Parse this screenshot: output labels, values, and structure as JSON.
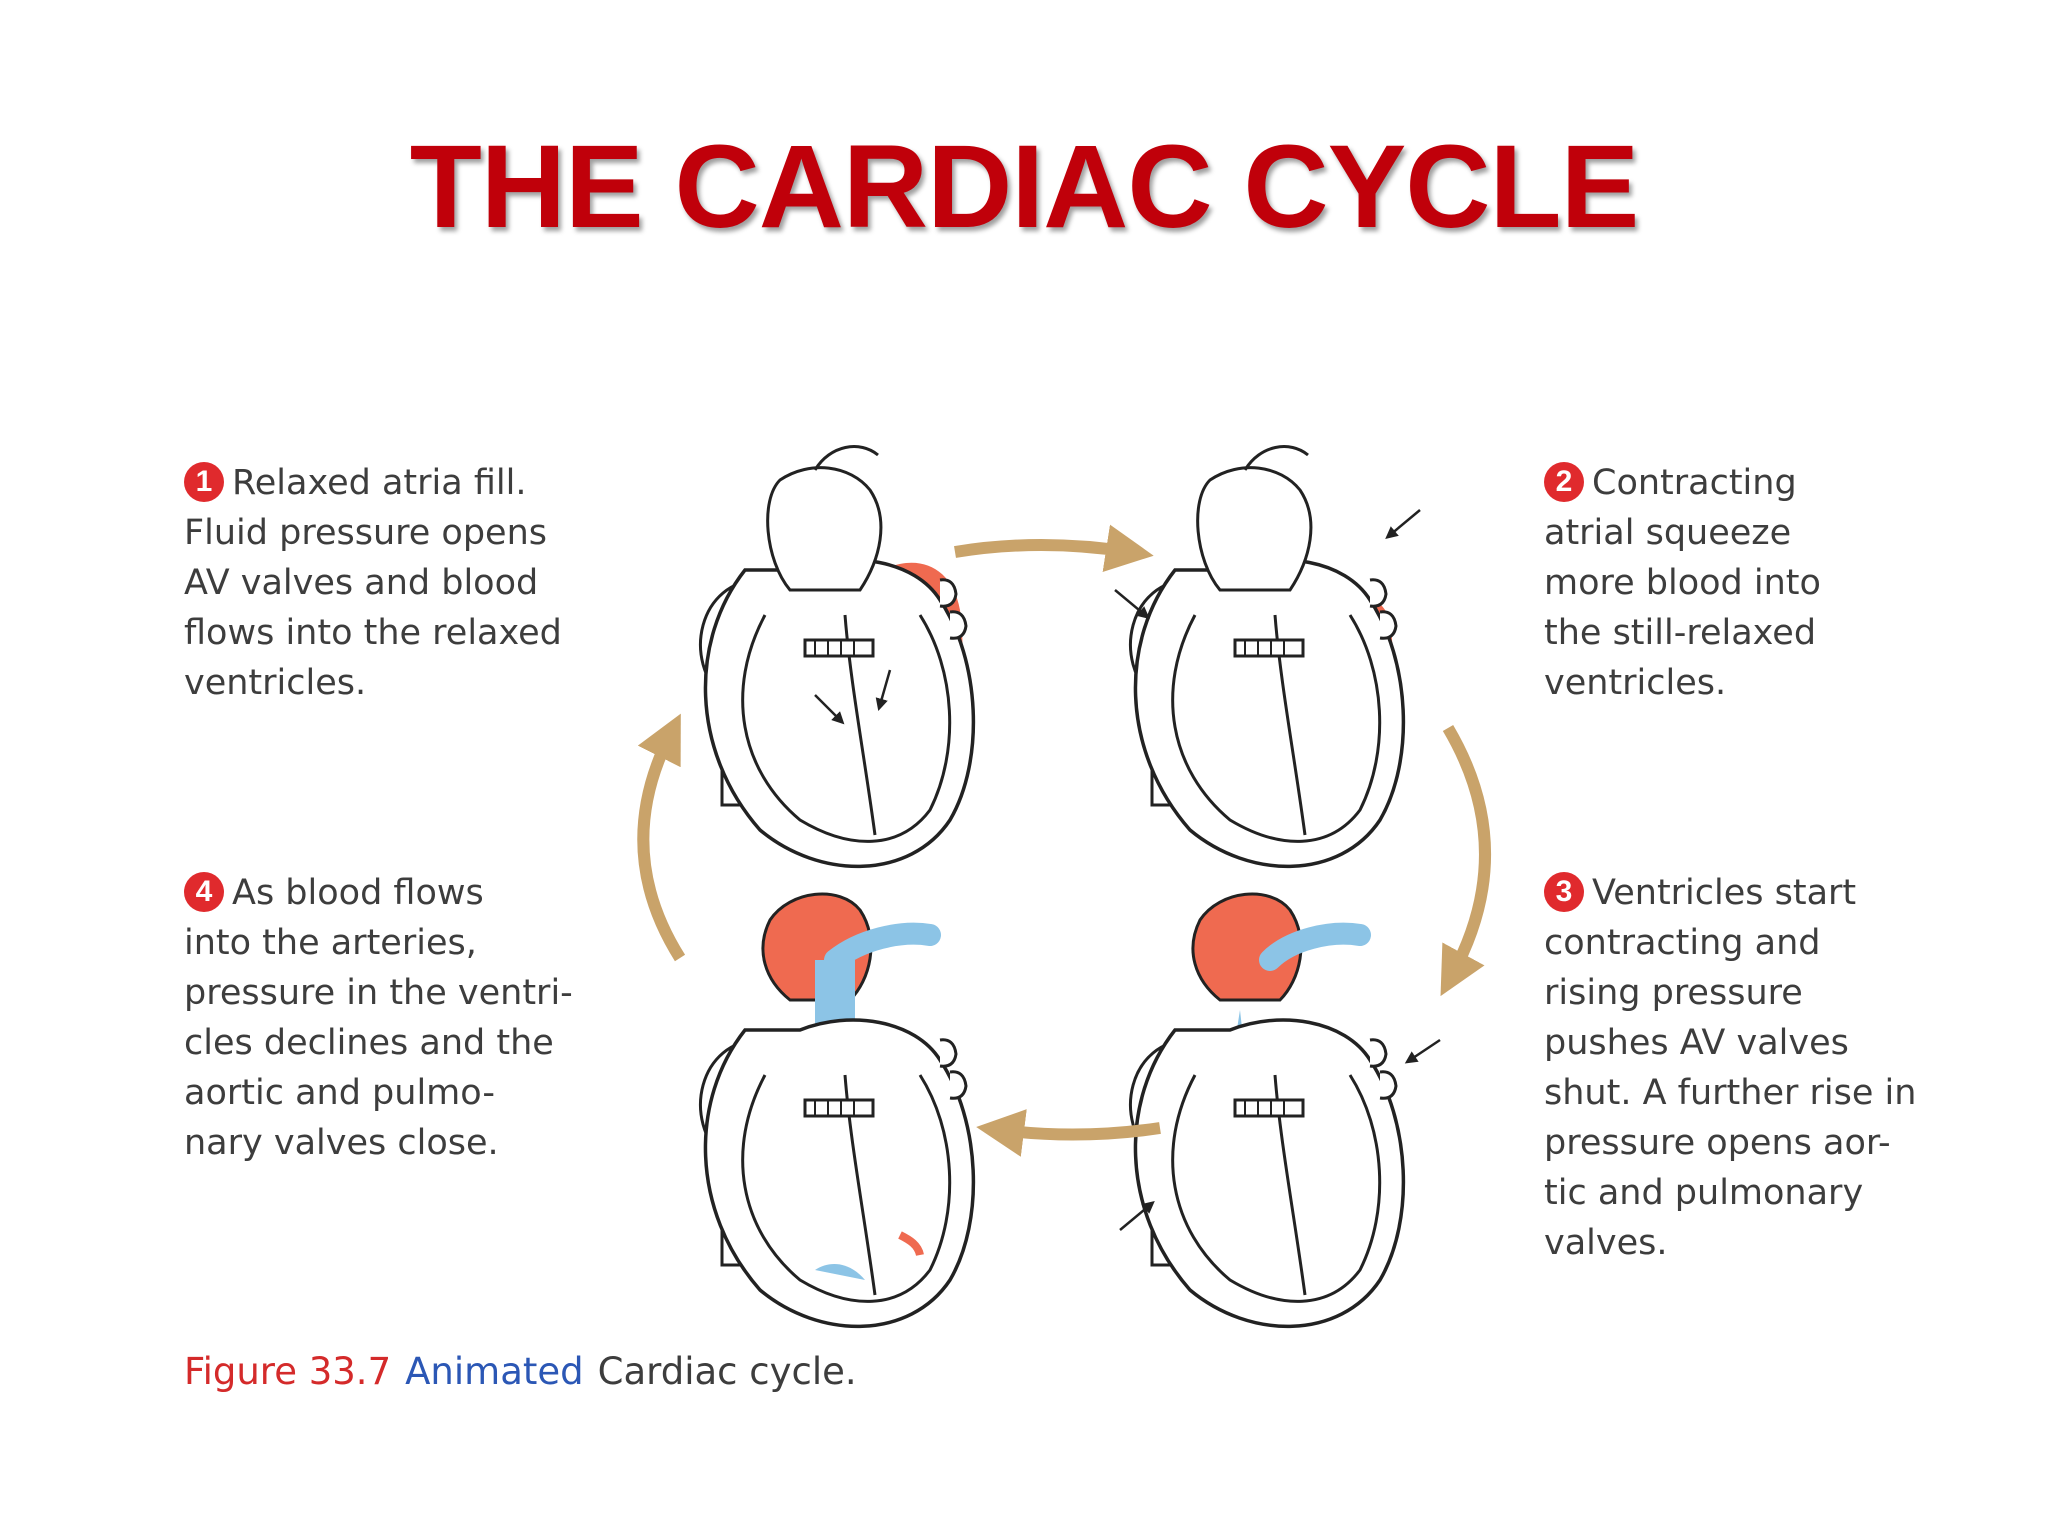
{
  "title": "THE CARDIAC CYCLE",
  "steps": [
    {
      "number": "1",
      "lines": [
        "Relaxed atria fill.",
        "Fluid pressure opens",
        "AV valves and blood",
        "flows into the relaxed",
        "ventricles."
      ]
    },
    {
      "number": "2",
      "lines": [
        "Contracting",
        "atrial squeeze",
        "more blood into",
        "the still-relaxed",
        "ventricles."
      ]
    },
    {
      "number": "3",
      "lines": [
        "Ventricles start",
        "contracting and",
        "rising pressure",
        "pushes AV valves",
        "shut. A further rise in",
        "pressure opens aor-",
        "tic and pulmonary",
        "valves."
      ]
    },
    {
      "number": "4",
      "lines": [
        "As blood flows",
        "into the arteries,",
        "pressure in the ventri-",
        "cles declines and the",
        "aortic and pulmo-",
        "nary valves close."
      ]
    }
  ],
  "caption": {
    "figure": "Figure 33.7",
    "animated": "Animated",
    "text": "Cardiac cycle."
  },
  "colors": {
    "title": "#c0000a",
    "badge": "#e02a2d",
    "oxygenated_blood": "#ef6a50",
    "deoxygenated_blood": "#8cc4e6",
    "cycle_arrow": "#c9a36a",
    "figure_label": "#d42a2a",
    "animated_label": "#2b57b5"
  },
  "icons": [
    "heart-diagram",
    "cycle-arrow",
    "pressure-arrow"
  ]
}
